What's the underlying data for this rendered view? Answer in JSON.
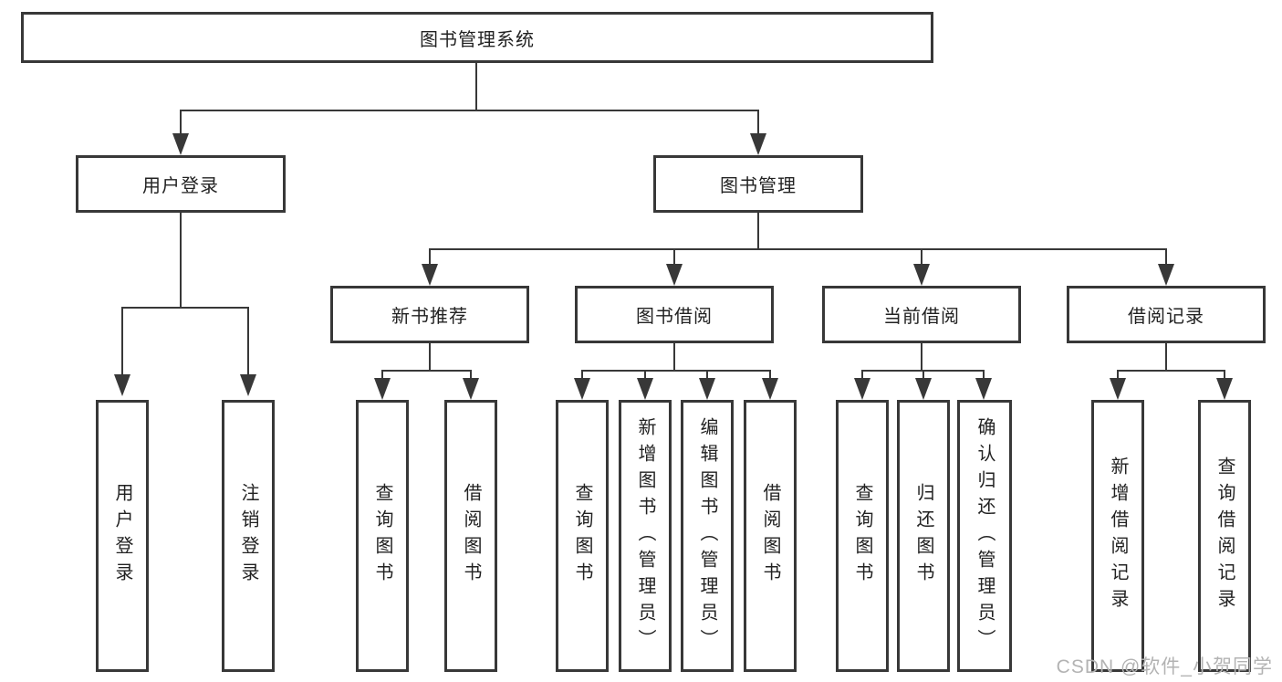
{
  "diagram": {
    "title_node": {
      "label": "图书管理系统"
    },
    "branches": {
      "user_login": {
        "label": "用户登录",
        "children": [
          "用户登录",
          "注销登录"
        ]
      },
      "book_mgmt": {
        "label": "图书管理"
      }
    },
    "modules": [
      {
        "label": "新书推荐",
        "children": [
          "查询图书",
          "借阅图书"
        ]
      },
      {
        "label": "图书借阅",
        "children": [
          "查询图书",
          "新增图书（管理员）",
          "编辑图书（管理员）",
          "借阅图书"
        ]
      },
      {
        "label": "当前借阅",
        "children": [
          "查询图书",
          "归还图书",
          "确认归还（管理员）"
        ]
      },
      {
        "label": "借阅记录",
        "children": [
          "新增借阅记录",
          "查询借阅记录"
        ]
      }
    ]
  },
  "watermark": "CSDN @软件_小贺同学",
  "colors": {
    "line": "#383838",
    "box_border": "#383838",
    "text": "#222222",
    "watermark": "#b3b3b3",
    "background": "#ffffff"
  }
}
